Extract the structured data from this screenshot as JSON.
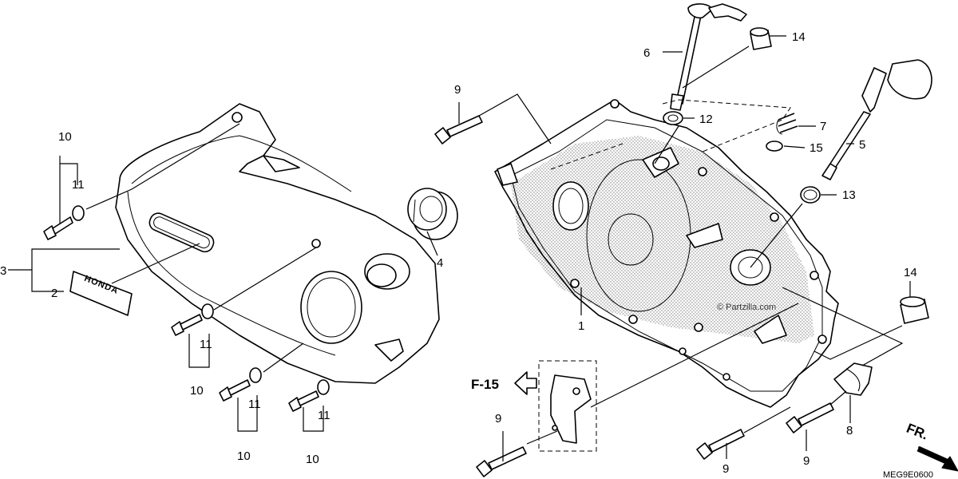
{
  "labels": {
    "l1": "1",
    "l2": "2",
    "l3": "3",
    "l4": "4",
    "l5": "5",
    "l6": "6",
    "l7": "7",
    "l8": "8",
    "l9a": "9",
    "l9b": "9",
    "l9c": "9",
    "l9d": "9",
    "l10a": "10",
    "l10b": "10",
    "l10c": "10",
    "l10d": "10",
    "l11a": "11",
    "l11b": "11",
    "l11c": "11",
    "l11d": "11",
    "l12": "12",
    "l13": "13",
    "l14a": "14",
    "l14b": "14",
    "l15": "15"
  },
  "ref": {
    "f15": "F-15",
    "fr": "FR."
  },
  "emblem_text": "HONDA",
  "watermark": "© Partzilla.com",
  "diagram_code": "MEG9E0600"
}
